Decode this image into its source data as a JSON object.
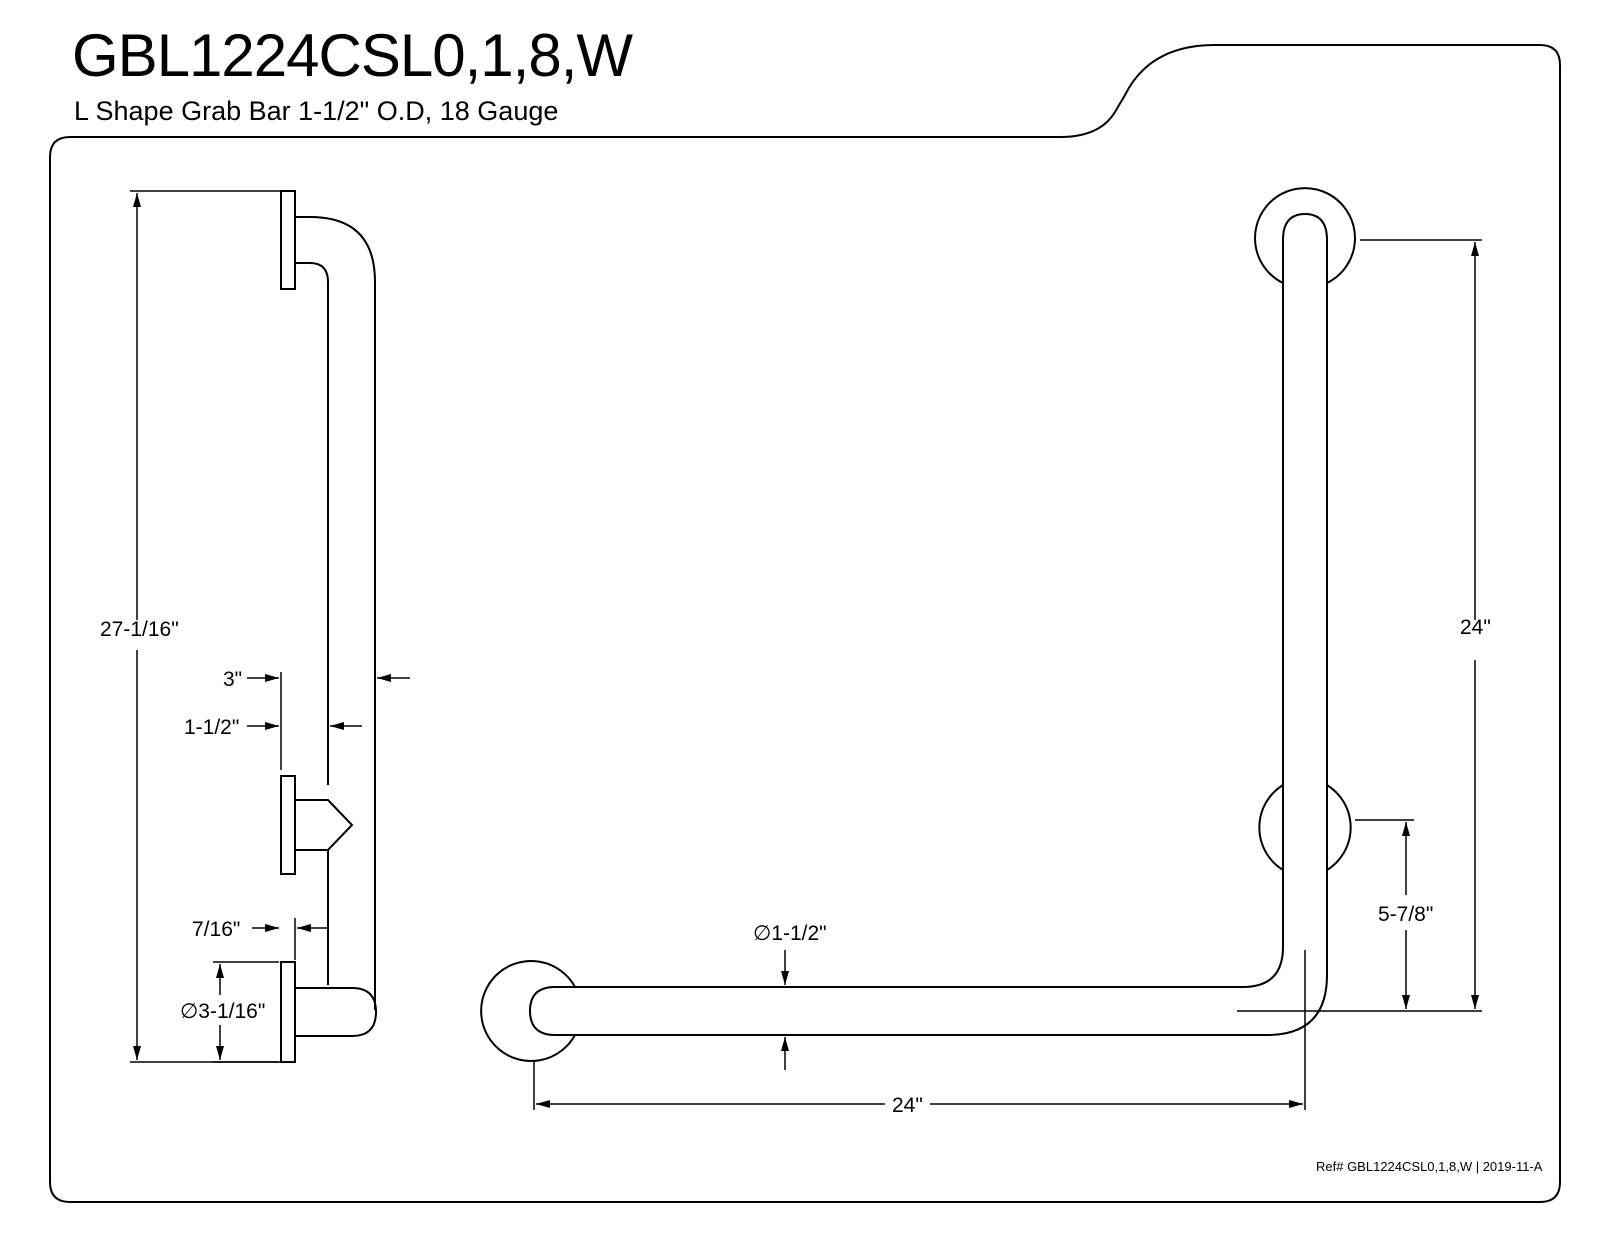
{
  "header": {
    "model": "GBL1224CSL0,1,8,W",
    "description": "L Shape Grab Bar 1-1/2\" O.D, 18 Gauge"
  },
  "side_view": {
    "overall_height": "27-1/16\"",
    "projection": "3\"",
    "bar_clearance": "1-1/2\"",
    "flange_thickness": "7/16\"",
    "flange_diameter": "∅3-1/16\""
  },
  "front_view": {
    "bar_diameter": "∅1-1/2\"",
    "vertical_length": "24\"",
    "horizontal_length": "24\"",
    "support_offset": "5-7/8\""
  },
  "footer": {
    "reference": "Ref# GBL1224CSL0,1,8,W | 2019-11-A"
  }
}
